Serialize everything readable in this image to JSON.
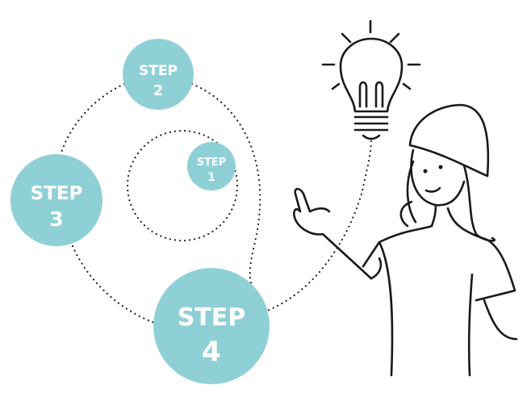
{
  "accent_color": "#8fd0d6",
  "steps": [
    {
      "label": "STEP",
      "number": "1"
    },
    {
      "label": "STEP",
      "number": "2"
    },
    {
      "label": "STEP",
      "number": "3"
    },
    {
      "label": "STEP",
      "number": "4"
    }
  ]
}
